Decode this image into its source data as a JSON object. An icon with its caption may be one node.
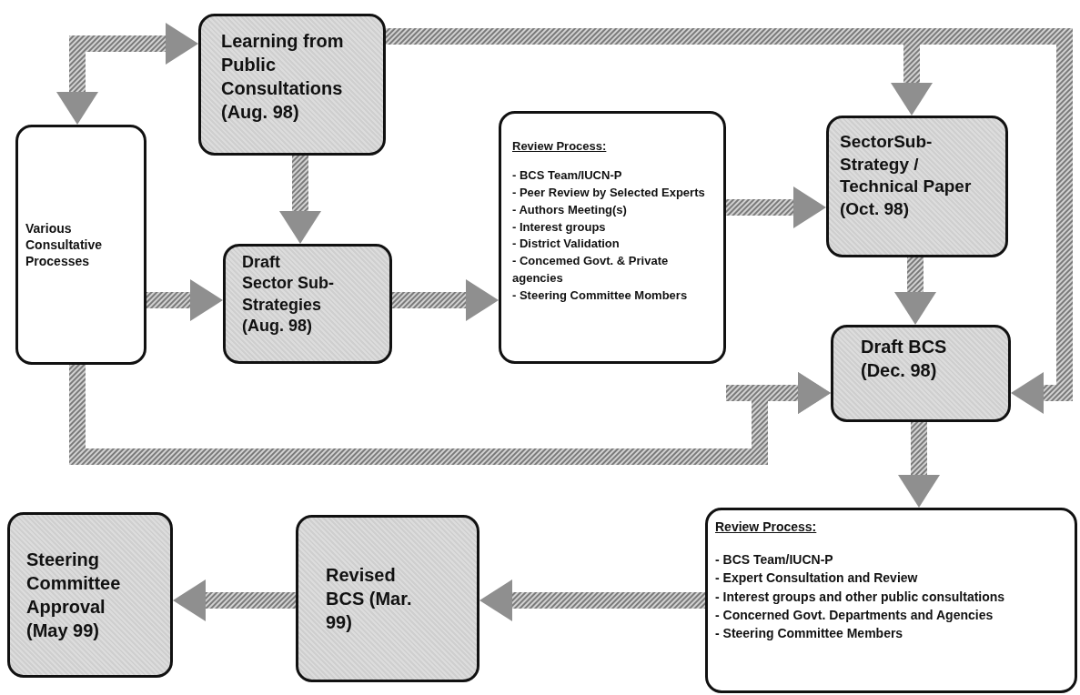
{
  "diagram": {
    "nodes": [
      {
        "text": [
          "Learning from Public Consultations (Aug. 98)"
        ]
      },
      {
        "text": [
          "Various Consultative Processes"
        ]
      },
      {
        "text": [
          "Draft Sector Sub-Strategies (Aug. 98)"
        ]
      },
      {
        "text": [
          "Review Process:",
          "- BCS Team/IUCN-P",
          "- Peer Review by Selected Experts",
          "- Authors Meeting(s)",
          "- Interest groups",
          "- District Validation",
          "- Concemed Govt. & Private agencies",
          "- Steering Committee Mombers"
        ]
      },
      {
        "text": [
          "SectorSub-Strategy / Technical Paper (Oct. 98)"
        ]
      },
      {
        "text": [
          "Draft BCS (Dec. 98)"
        ]
      },
      {
        "text": [
          "Review Process:",
          "- BCS Team/IUCN-P",
          "- Expert Consultation and Review",
          "- Interest groups and other public consultations",
          "- Concerned Govt. Departments and Agencies",
          "- Steering Committee Members"
        ]
      },
      {
        "text": [
          "Revised BCS (Mar. 99)"
        ]
      },
      {
        "text": [
          "Steering Committee Approval (May 99)"
        ]
      }
    ],
    "edges": [
      {
        "from": 1,
        "to": 0,
        "arrow": "both"
      },
      {
        "from": 0,
        "to": 2,
        "arrow": "to"
      },
      {
        "from": 1,
        "to": 2,
        "arrow": "to"
      },
      {
        "from": 2,
        "to": 3,
        "arrow": "to"
      },
      {
        "from": 3,
        "to": 4,
        "arrow": "to"
      },
      {
        "from": 0,
        "to": 4,
        "arrow": "to"
      },
      {
        "from": 0,
        "to": 5,
        "arrow": "to"
      },
      {
        "from": 4,
        "to": 5,
        "arrow": "to"
      },
      {
        "from": 3,
        "to": 5,
        "arrow": "to"
      },
      {
        "from": 1,
        "to": 5,
        "arrow": "to"
      },
      {
        "from": 5,
        "to": 6,
        "arrow": "to"
      },
      {
        "from": 6,
        "to": 7,
        "arrow": "to"
      },
      {
        "from": 7,
        "to": 8,
        "arrow": "to"
      }
    ]
  }
}
